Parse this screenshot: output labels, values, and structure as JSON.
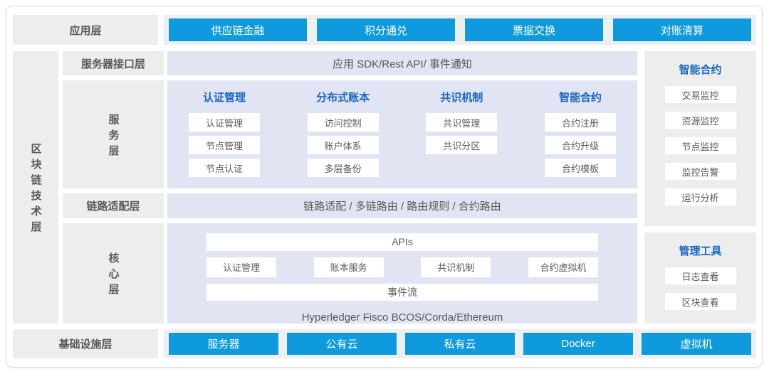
{
  "palette": {
    "accent_blue": "#0e9add",
    "header_blue": "#1567c2",
    "panel_lavender": "#e1e4f3",
    "panel_gray": "#ededed",
    "strip_gray": "#eef0ef",
    "text_dark": "#595757"
  },
  "top_row": {
    "label": "应用层",
    "buttons": [
      "供应链金融",
      "积分通兑",
      "票据交换",
      "对账清算"
    ]
  },
  "left_rail": {
    "label": "区块链技术层"
  },
  "rows": {
    "interface": {
      "label": "服务器接口层",
      "content": "应用 SDK/Rest API/ 事件通知"
    },
    "service": {
      "label": "服务层",
      "columns": [
        {
          "header": "认证管理",
          "items": [
            "认证管理",
            "节点管理",
            "节点认证"
          ]
        },
        {
          "header": "分布式账本",
          "items": [
            "访问控制",
            "账户体系",
            "多层备份"
          ]
        },
        {
          "header": "共识机制",
          "items": [
            "共识管理",
            "共识分区"
          ]
        },
        {
          "header": "智能合约",
          "items": [
            "合约注册",
            "合约升级",
            "合约模板"
          ]
        }
      ]
    },
    "adapter": {
      "label": "链路适配层",
      "content": "链路适配 / 多链路由 / 路由规则 / 合约路由"
    },
    "core": {
      "label": "核心层",
      "apis_bar": "APIs",
      "modules": [
        "认证管理",
        "账本服务",
        "共识机制",
        "合约虚拟机"
      ],
      "event_bar": "事件流",
      "platforms": "Hyperledger Fisco BCOS/Corda/Ethereum"
    }
  },
  "side_panels": [
    {
      "header": "智能合约",
      "items": [
        "交易监控",
        "资源监控",
        "节点监控",
        "监控告警",
        "运行分析"
      ]
    },
    {
      "header": "管理工具",
      "items": [
        "日志查看",
        "区块查看"
      ]
    }
  ],
  "bottom_row": {
    "label": "基础设施层",
    "buttons": [
      "服务器",
      "公有云",
      "私有云",
      "Docker",
      "虚拟机"
    ]
  }
}
